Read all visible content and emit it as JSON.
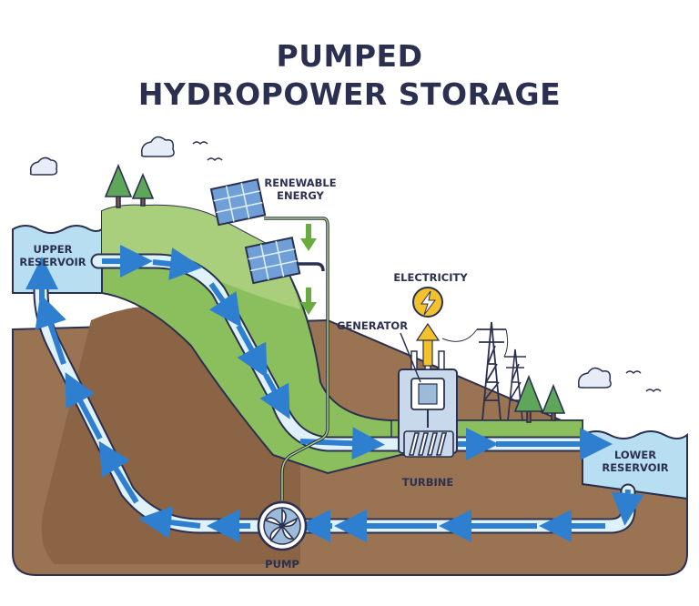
{
  "title": {
    "line1": "PUMPED",
    "line2": "HYDROPOWER STORAGE"
  },
  "labels": {
    "renewable_line1": "RENEWABLE",
    "renewable_line2": "ENERGY",
    "electricity": "ELECTRICITY",
    "generator": "GENERATOR",
    "turbine": "TURBINE",
    "pump": "PUMP",
    "upper_line1": "UPPER",
    "upper_line2": "RESERVOIR",
    "lower_line1": "LOWER",
    "lower_line2": "RESERVOIR"
  },
  "colors": {
    "title": "#2b3050",
    "water": "#b8def2",
    "pipe_fill": "#dff1fa",
    "flow_arrow": "#2f7fd0",
    "grass": "#8bbe5c",
    "grass_light": "#a9cf7c",
    "soil": "#9a7452",
    "soil_dark": "#7e5a3d",
    "energy_arrow": "#6aab3f",
    "electricity_arrow": "#f3c12b"
  }
}
